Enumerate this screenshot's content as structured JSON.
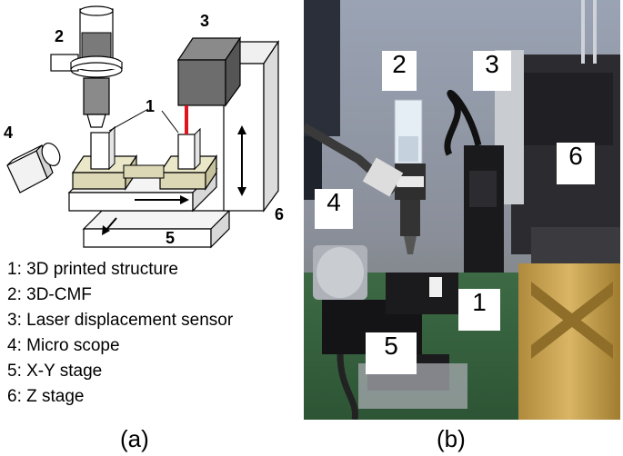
{
  "diagram": {
    "numbers": [
      "1",
      "2",
      "3",
      "4",
      "5",
      "6"
    ]
  },
  "legend": [
    "1: 3D printed structure",
    "2: 3D-CMF",
    "3: Laser displacement sensor",
    "4: Micro scope",
    "5: X-Y stage",
    "6: Z stage"
  ],
  "captions": {
    "a": "(a)",
    "b": "(b)"
  },
  "photo": {
    "labels": [
      "2",
      "3",
      "6",
      "4",
      "1",
      "5"
    ]
  },
  "colors": {
    "khaki": "#dcd7b5",
    "dark_gray": "#6d6d6d",
    "laser_red": "#e0141e",
    "photo_bg": "#8b94a3"
  }
}
